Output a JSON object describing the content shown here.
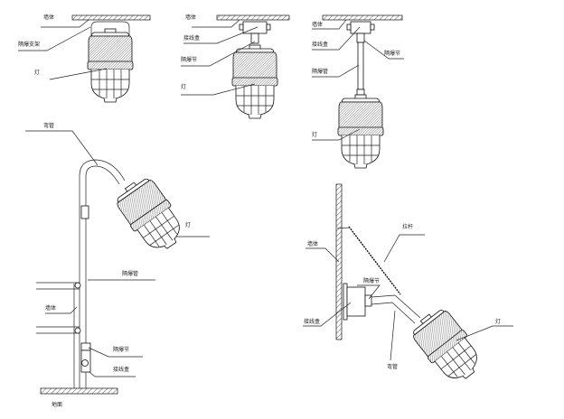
{
  "figures": [
    {
      "id": "ceiling-bracket",
      "labels": {
        "wall": "墙体",
        "bracket": "隔爆支架",
        "lamp": "灯"
      }
    },
    {
      "id": "ceiling-box",
      "labels": {
        "wall": "墙体",
        "box": "接线盒",
        "joint": "隔爆节",
        "lamp": "灯"
      }
    },
    {
      "id": "ceiling-pipe",
      "labels": {
        "wall": "墙体",
        "box": "接线盒",
        "joint": "隔爆节",
        "pipe": "隔爆管",
        "lamp": "灯"
      }
    },
    {
      "id": "pole-mount",
      "labels": {
        "bend": "弯管",
        "lamp": "灯",
        "pipe": "隔爆管",
        "wall": "墙体",
        "joint": "隔爆节",
        "box": "接线盒",
        "ground": "地面"
      }
    },
    {
      "id": "wall-mount",
      "labels": {
        "wall": "墙体",
        "rod": "拉杆",
        "joint": "隔爆节",
        "box": "接线盒",
        "bend": "弯管",
        "lamp": "灯"
      }
    }
  ]
}
